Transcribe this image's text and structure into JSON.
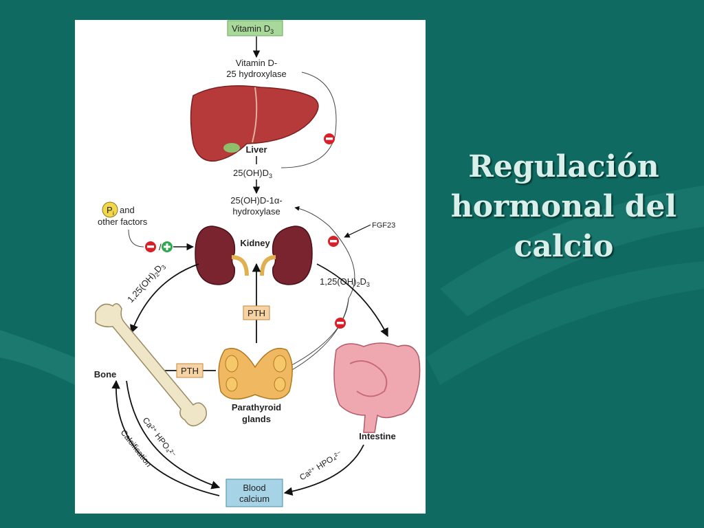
{
  "slide": {
    "title_lines": [
      "Regulación",
      "hormonal del",
      "calcio"
    ]
  },
  "diagram": {
    "vitamin_d3": "Vitamin D",
    "vitamin_d3_sub": "3",
    "hydroxylase25_line1": "Vitamin D-",
    "hydroxylase25_line2": "25 hydroxylase",
    "liver": "Liver",
    "oh_d3": "25(OH)D",
    "oh_d3_sub": "3",
    "alpha_hydroxylase_line1": "25(OH)D-1α-",
    "alpha_hydroxylase_line2": "hydroxylase",
    "pi_symbol": "P",
    "pi_sub": "i",
    "pi_line1": "and",
    "pi_line2": "other factors",
    "slash": "/",
    "fgf23": "FGF23",
    "kidney": "Kidney",
    "calcitriol_left": "1,25(OH)",
    "calcitriol_right": "1,25(OH)",
    "calcitriol_sub2": "2",
    "calcitriol_d": "D",
    "calcitriol_sub3": "3",
    "pth_vertical": "PTH",
    "pth_left": "PTH",
    "bone": "Bone",
    "parathyroid_line1": "Parathyroid",
    "parathyroid_line2": "glands",
    "intestine": "Intestine",
    "ca_hpo4_left": "Ca²⁺ HPO₄²⁻",
    "calcification": "Calcification",
    "ca_hpo4_right": "Ca²⁺ HPO₄²⁻",
    "blood_line1": "Blood",
    "blood_line2": "calcium"
  },
  "colors": {
    "slide_bg": "#0f6b62",
    "title_text": "#d9f0ea",
    "vitamin_box": "#a9d99a",
    "pth_box": "#f7d3a3",
    "blood_box": "#a6d4e6",
    "inhibit": "#d82028",
    "stimulate": "#2fa84f"
  }
}
